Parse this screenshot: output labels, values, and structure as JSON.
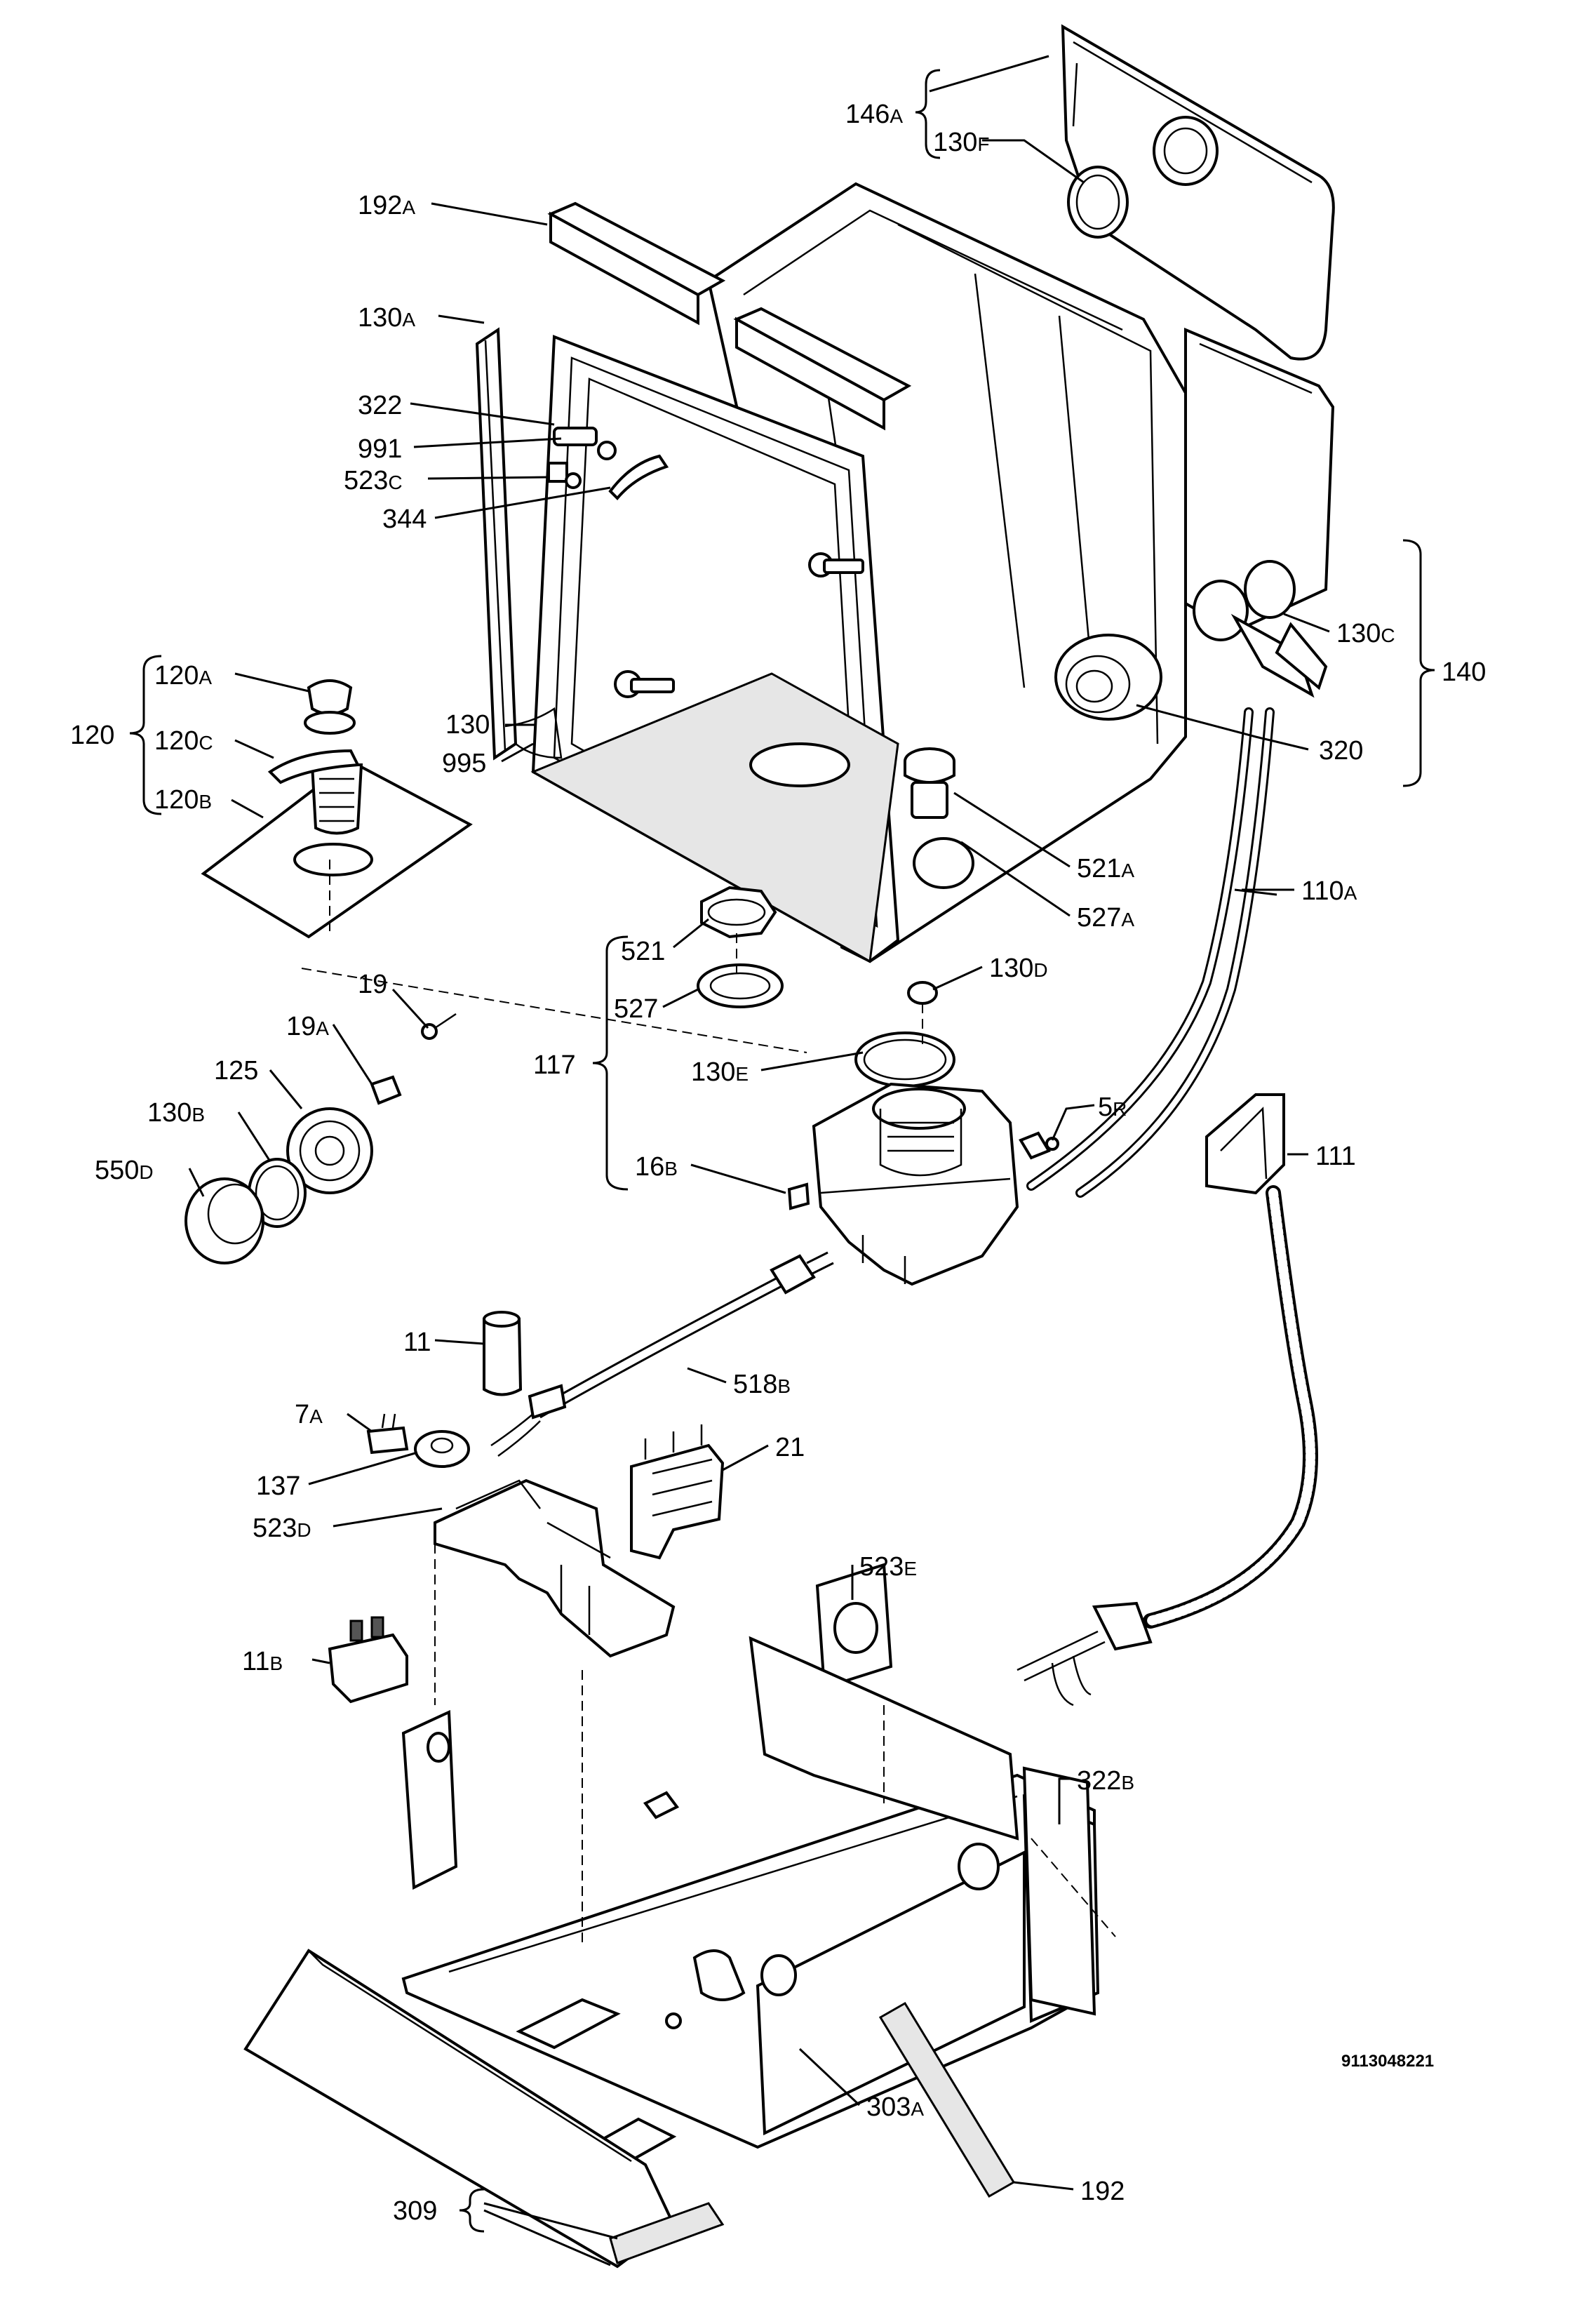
{
  "diagram": {
    "part_labels": [
      {
        "id": "146A",
        "num": "146",
        "suf": "A"
      },
      {
        "id": "130F",
        "num": "130",
        "suf": "F"
      },
      {
        "id": "192A",
        "num": "192",
        "suf": "A"
      },
      {
        "id": "130A",
        "num": "130",
        "suf": "A"
      },
      {
        "id": "322",
        "num": "322",
        "suf": ""
      },
      {
        "id": "991",
        "num": "991",
        "suf": ""
      },
      {
        "id": "523C",
        "num": "523",
        "suf": "C"
      },
      {
        "id": "344",
        "num": "344",
        "suf": ""
      },
      {
        "id": "120A",
        "num": "120",
        "suf": "A"
      },
      {
        "id": "120",
        "num": "120",
        "suf": ""
      },
      {
        "id": "120C",
        "num": "120",
        "suf": "C"
      },
      {
        "id": "120B",
        "num": "120",
        "suf": "B"
      },
      {
        "id": "130",
        "num": "130",
        "suf": ""
      },
      {
        "id": "995",
        "num": "995",
        "suf": ""
      },
      {
        "id": "130C",
        "num": "130",
        "suf": "C"
      },
      {
        "id": "140",
        "num": "140",
        "suf": ""
      },
      {
        "id": "320",
        "num": "320",
        "suf": ""
      },
      {
        "id": "521A",
        "num": "521",
        "suf": "A"
      },
      {
        "id": "527A",
        "num": "527",
        "suf": "A"
      },
      {
        "id": "110A",
        "num": "110",
        "suf": "A"
      },
      {
        "id": "521",
        "num": "521",
        "suf": ""
      },
      {
        "id": "130D",
        "num": "130",
        "suf": "D"
      },
      {
        "id": "19",
        "num": "19",
        "suf": ""
      },
      {
        "id": "527",
        "num": "527",
        "suf": ""
      },
      {
        "id": "19A",
        "num": "19",
        "suf": "A"
      },
      {
        "id": "125",
        "num": "125",
        "suf": ""
      },
      {
        "id": "117",
        "num": "117",
        "suf": ""
      },
      {
        "id": "130E",
        "num": "130",
        "suf": "E"
      },
      {
        "id": "130B",
        "num": "130",
        "suf": "B"
      },
      {
        "id": "5R",
        "num": "5",
        "suf": "R"
      },
      {
        "id": "111",
        "num": "111",
        "suf": ""
      },
      {
        "id": "550D",
        "num": "550",
        "suf": "D"
      },
      {
        "id": "16B",
        "num": "16",
        "suf": "B"
      },
      {
        "id": "11",
        "num": "11",
        "suf": ""
      },
      {
        "id": "518B",
        "num": "518",
        "suf": "B"
      },
      {
        "id": "7A",
        "num": "7",
        "suf": "A"
      },
      {
        "id": "21",
        "num": "21",
        "suf": ""
      },
      {
        "id": "137",
        "num": "137",
        "suf": ""
      },
      {
        "id": "523D",
        "num": "523",
        "suf": "D"
      },
      {
        "id": "523E",
        "num": "523",
        "suf": "E"
      },
      {
        "id": "11B",
        "num": "11",
        "suf": "B"
      },
      {
        "id": "322B",
        "num": "322",
        "suf": "B"
      },
      {
        "id": "303A",
        "num": "303",
        "suf": "A"
      },
      {
        "id": "192",
        "num": "192",
        "suf": ""
      },
      {
        "id": "309",
        "num": "309",
        "suf": ""
      }
    ],
    "drawing_code": "9113048221"
  }
}
